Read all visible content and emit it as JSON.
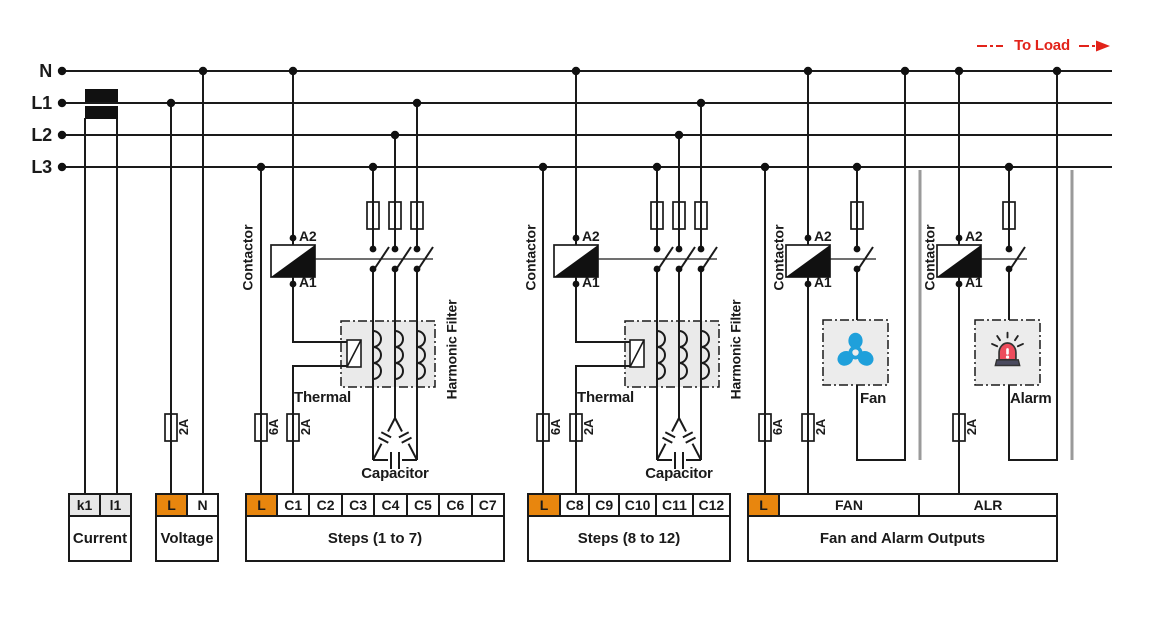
{
  "diagram": {
    "bus_labels": [
      "N",
      "L1",
      "L2",
      "L3"
    ],
    "to_load_label": "To Load",
    "component_labels": {
      "contactor": "Contactor",
      "coil_top": "A2",
      "coil_bottom": "A1",
      "thermal": "Thermal",
      "harmonic_filter": "Harmonic Filter",
      "capacitor": "Capacitor",
      "fan": "Fan",
      "alarm": "Alarm"
    },
    "fuse_ratings": {
      "supply": "6A",
      "control": "2A",
      "voltage": "2A"
    },
    "terminal_blocks": {
      "current": {
        "cells": [
          "k1",
          "l1"
        ],
        "caption": "Current"
      },
      "voltage": {
        "cells": [
          "L",
          "N"
        ],
        "caption": "Voltage"
      },
      "steps_1_7": {
        "cells": [
          "L",
          "C1",
          "C2",
          "C3",
          "C4",
          "C5",
          "C6",
          "C7"
        ],
        "caption": "Steps (1 to 7)"
      },
      "steps_8_12": {
        "cells": [
          "L",
          "C8",
          "C9",
          "C10",
          "C11",
          "C12"
        ],
        "caption": "Steps (8 to 12)"
      },
      "fan_alarm": {
        "cells": [
          "L",
          "FAN",
          "ALR"
        ],
        "caption": "Fan and Alarm Outputs"
      }
    },
    "colors": {
      "terminal_orange": "#E8860E",
      "wire": "#1A1A1A",
      "to_load_red": "#E2231A",
      "fan_blue": "#1FA0DB",
      "alarm_red": "#ED4C5C",
      "filter_box_gray": "#EAEAEA"
    }
  }
}
